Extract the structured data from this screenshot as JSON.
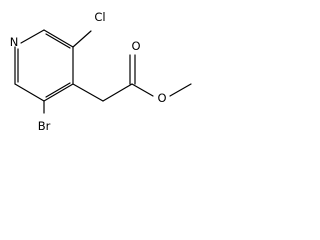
{
  "molecule": {
    "atoms": {
      "n": "N",
      "cl": "Cl",
      "br": "Br",
      "o_carbonyl": "O",
      "o_ester": "O"
    }
  }
}
